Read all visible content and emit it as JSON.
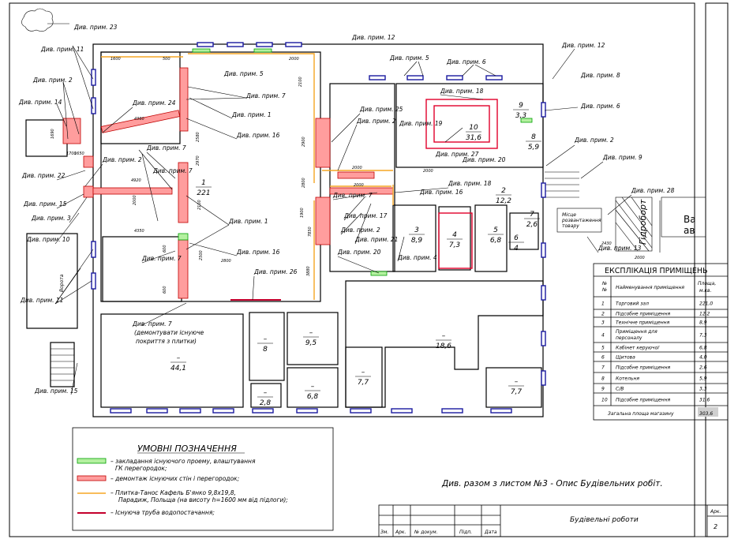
{
  "plan": {
    "notes": [
      {
        "id": "n23",
        "text": "Див. прим. 23"
      },
      {
        "id": "n12a",
        "text": "Див. прим. 12"
      },
      {
        "id": "n12b",
        "text": "Див. прим. 12"
      },
      {
        "id": "n11a",
        "text": "Див. прим. 11"
      },
      {
        "id": "n2a",
        "text": "Див. прим. 2"
      },
      {
        "id": "n14",
        "text": "Див. прим. 14"
      },
      {
        "id": "n5a",
        "text": "Див. прим. 5"
      },
      {
        "id": "n5b",
        "text": "Див. прим. 5"
      },
      {
        "id": "n6a",
        "text": "Див. прим. 6"
      },
      {
        "id": "n6b",
        "text": "Див. прим. 6"
      },
      {
        "id": "n8",
        "text": "Див. прим. 8"
      },
      {
        "id": "n7a",
        "text": "Див. прим. 7"
      },
      {
        "id": "n24",
        "text": "Див. прим. 24"
      },
      {
        "id": "n1a",
        "text": "Див. прим. 1"
      },
      {
        "id": "n16a",
        "text": "Див. прим. 16"
      },
      {
        "id": "n25",
        "text": "Див. прим. 25"
      },
      {
        "id": "n2b",
        "text": "Див. прим. 2"
      },
      {
        "id": "n18a",
        "text": "Див. прим. 18"
      },
      {
        "id": "n19",
        "text": "Див. прим. 19"
      },
      {
        "id": "n7b",
        "text": "Див. прим. 7"
      },
      {
        "id": "n2c",
        "text": "Див. прим. 2"
      },
      {
        "id": "n27",
        "text": "Див. прим. 27"
      },
      {
        "id": "n20a",
        "text": "Див. прим. 20"
      },
      {
        "id": "n2d",
        "text": "Див. прим. 2"
      },
      {
        "id": "n9",
        "text": "Див. прим. 9"
      },
      {
        "id": "n22",
        "text": "Див. прим. 22"
      },
      {
        "id": "n15a",
        "text": "Див. прим. 15"
      },
      {
        "id": "n3",
        "text": "Див. прим. 3"
      },
      {
        "id": "n7c",
        "text": "Див. прим. 7"
      },
      {
        "id": "n18b",
        "text": "Див. прим. 18"
      },
      {
        "id": "n16b",
        "text": "Див. прим. 16"
      },
      {
        "id": "n28",
        "text": "Див. прим. 28"
      },
      {
        "id": "n7d",
        "text": "Див. прим. 7"
      },
      {
        "id": "n1b",
        "text": "Див. прим. 1"
      },
      {
        "id": "n17",
        "text": "Див. прим. 17"
      },
      {
        "id": "n2e",
        "text": "Див. прим. 2"
      },
      {
        "id": "n21",
        "text": "Див. прим. 21"
      },
      {
        "id": "n13",
        "text": "Див. прим. 13"
      },
      {
        "id": "n10",
        "text": "Див. прим. 10"
      },
      {
        "id": "n7e",
        "text": "Див. прим. 7"
      },
      {
        "id": "n16c",
        "text": "Див. прим. 16"
      },
      {
        "id": "n20b",
        "text": "Див. прим. 20"
      },
      {
        "id": "n4",
        "text": "Див. прим. 4"
      },
      {
        "id": "n26",
        "text": "Див. прим. 26"
      },
      {
        "id": "n11b",
        "text": "Див. прим. 11"
      },
      {
        "id": "n15b",
        "text": "Див. прим. 15"
      }
    ],
    "note7_demount": [
      "Див. прим. 7",
      "(демонтувати існуюче",
      "покриття з плитки)"
    ],
    "rooms": [
      {
        "num": "1",
        "area": "221"
      },
      {
        "num": "10",
        "area": "31,6"
      },
      {
        "num": "9",
        "area": "3,3"
      },
      {
        "num": "8",
        "area": "5,9"
      },
      {
        "num": "2",
        "area": "12,2"
      },
      {
        "num": "7",
        "area": "2,6"
      },
      {
        "num": "3",
        "area": "8,9"
      },
      {
        "num": "4",
        "area": "7,3"
      },
      {
        "num": "5",
        "area": "6,8"
      },
      {
        "num": "6",
        "area": "4"
      },
      {
        "num": "–",
        "area": "44,1"
      },
      {
        "num": "–",
        "area": "8"
      },
      {
        "num": "–",
        "area": "9,5"
      },
      {
        "num": "–",
        "area": "2,8"
      },
      {
        "num": "–",
        "area": "6,8"
      },
      {
        "num": "–",
        "area": "7,7"
      },
      {
        "num": "–",
        "area": "18,6"
      },
      {
        "num": "–",
        "area": "7,7"
      }
    ],
    "dims": [
      "1600",
      "500",
      "4360",
      "1700",
      "4350",
      "2580",
      "2970",
      "2100",
      "2000",
      "2000",
      "1690",
      "2100",
      "2900",
      "2800",
      "1900",
      "2500",
      "7850",
      "3880",
      "2430",
      "1650",
      "4920",
      "600",
      "600",
      "2000",
      "2800",
      "2000",
      "2000",
      "2000"
    ],
    "podium": "Місце\nрозвантаження\nтовару",
    "podium_lines": [
      "Місце",
      "розвантаження",
      "товару"
    ],
    "hydroboard": "Гідроборт",
    "vert_label": "Ворота",
    "partial_right": "Ва\nав",
    "partial_right_lines": [
      "Ва",
      "ав"
    ]
  },
  "explication": {
    "title": "ЕКСПЛІКАЦІЯ ПРИМІЩЕНЬ",
    "header_no": "№\n№",
    "header_no_lines": [
      "№",
      "№"
    ],
    "header_name": "Найменування приміщення",
    "header_area_lines": [
      "Площа,",
      "м.кв."
    ],
    "rows": [
      {
        "no": "1",
        "name": "Торговий зал",
        "area": "221,0"
      },
      {
        "no": "2",
        "name": "Підсобне приміщення",
        "area": "12,2"
      },
      {
        "no": "3",
        "name": "Технічне приміщення",
        "area": "8,9"
      },
      {
        "no": "4",
        "name_lines": [
          "Приміщення для",
          "персоналу"
        ],
        "area": "7,3"
      },
      {
        "no": "5",
        "name": "Кабінет керуючої",
        "area": "6,8"
      },
      {
        "no": "6",
        "name": "Щитова",
        "area": "4,0"
      },
      {
        "no": "7",
        "name": "Підсобне приміщення",
        "area": "2,6"
      },
      {
        "no": "8",
        "name": "Котельня",
        "area": "5,9"
      },
      {
        "no": "9",
        "name": "С/В",
        "area": "3,3"
      },
      {
        "no": "10",
        "name": "Підсобне приміщення",
        "area": "31,6"
      }
    ],
    "total_label": "Загальна площа магазину",
    "total_value": "303,6"
  },
  "legend": {
    "title": "УМОВНІ ПОЗНАЧЕННЯ",
    "items": [
      {
        "lines": [
          "– закладання існуючого проему, влаштування",
          "ГК перегородок;"
        ],
        "color": "#b4f0a0"
      },
      {
        "lines": [
          "– демонтаж існуючих стін і перегородок;"
        ],
        "color": "#ff9d9d"
      },
      {
        "lines": [
          "– Плитка-Танос Кафель Б'янко 9,8х19,8,",
          "Парадиж, Польща (на висоту h=1600 мм від підлоги);"
        ],
        "color": "#f5a623"
      },
      {
        "lines": [
          "– Існуюча труба водопостачання;"
        ],
        "color": "#c4002c"
      }
    ]
  },
  "reference_note": "Див. разом з листом №3 - Опис Будівельних робіт.",
  "title_block": {
    "cols": [
      "Зм.",
      "Арк.",
      "№ докум.",
      "Підп.",
      "Дата"
    ],
    "title": "Будівельні роботи",
    "sheet_label": "Арк.",
    "sheet_number": "2"
  }
}
